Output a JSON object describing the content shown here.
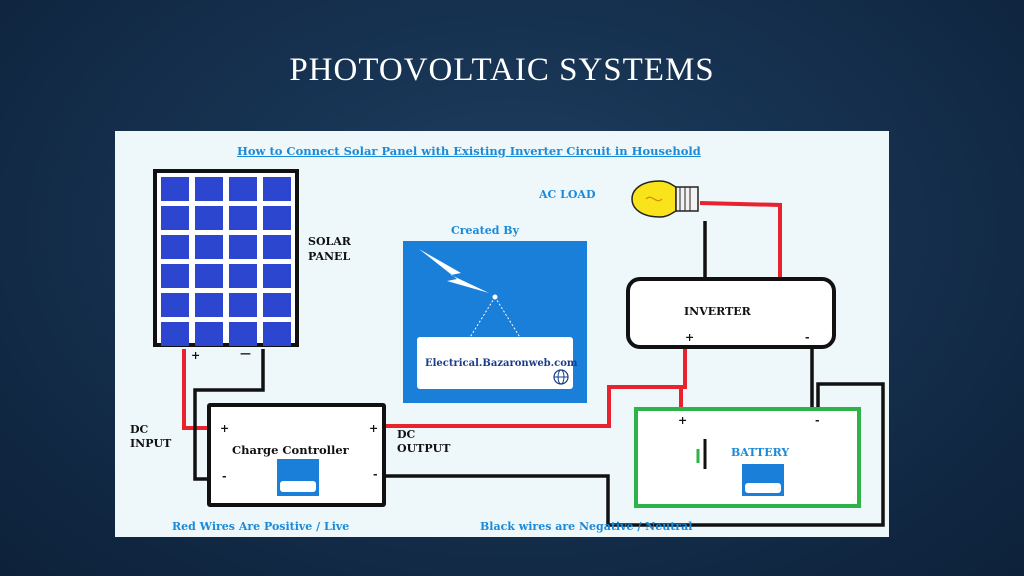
{
  "slide": {
    "title": "PHOTOVOLTAIC SYSTEMS"
  },
  "diagram": {
    "heading": "How to Connect Solar Panel with Existing Inverter Circuit in Household",
    "solar_panel_label_1": "SOLAR",
    "solar_panel_label_2": "PANEL",
    "panel_plus": "+",
    "panel_minus": "—",
    "ac_load_label": "AC LOAD",
    "created_by": "Created By",
    "site": "Electrical.Bazaronweb.com",
    "inverter_label": "INVERTER",
    "inverter_plus": "+",
    "inverter_minus": "-",
    "dc_input_1": "DC",
    "dc_input_2": "INPUT",
    "dc_output_1": "DC",
    "dc_output_2": "OUTPUT",
    "cc_label": "Charge Controller",
    "cc_plus_left": "+",
    "cc_plus_right": "+",
    "cc_minus_left": "-",
    "cc_minus_right": "-",
    "battery_label": "BATTERY",
    "battery_plus": "+",
    "battery_minus": "-",
    "legend_red": "Red Wires Are Positive / Live",
    "legend_black": "Black wires are Negative / Neutral"
  },
  "colors": {
    "positive_wire": "#e8232e",
    "negative_wire": "#111111",
    "battery_border": "#2db34a",
    "label_blue": "#1a8ad8"
  }
}
